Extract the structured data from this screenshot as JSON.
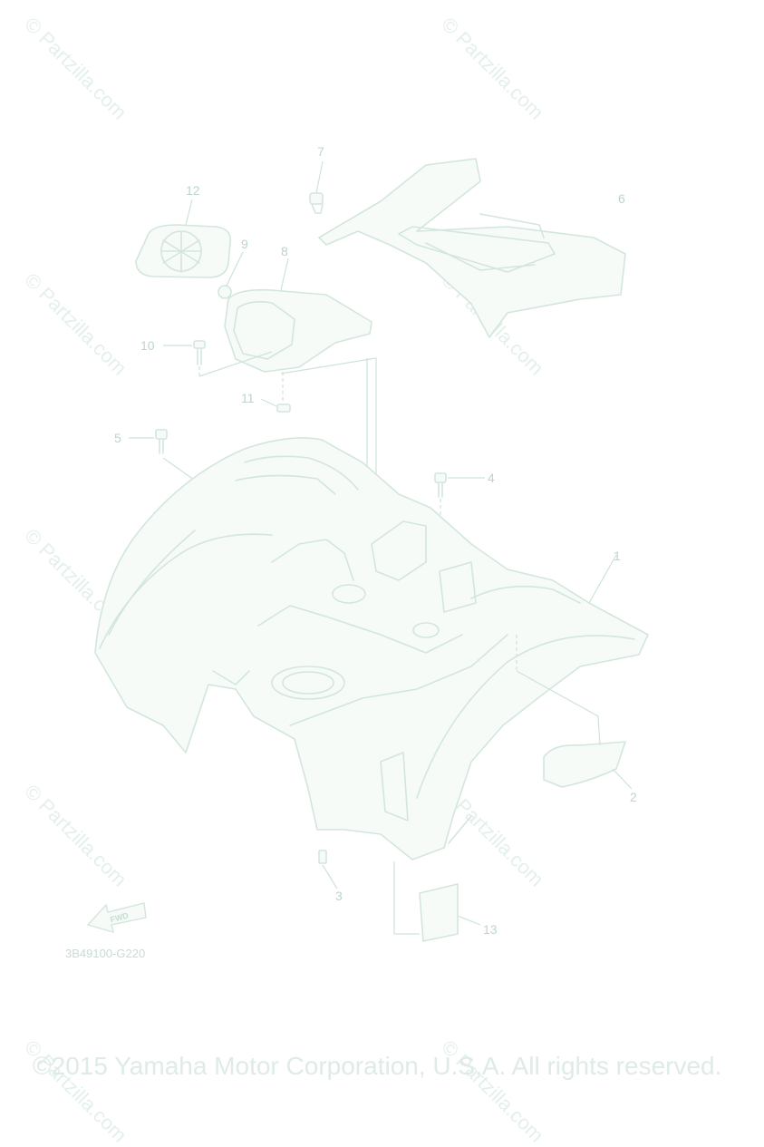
{
  "watermark": "© Partzilla.com",
  "diagram_code": "3B49100-G220",
  "copyright": "©2015 Yamaha Motor Corporation, U.S.A. All rights reserved.",
  "fwd_label": "FWD",
  "callouts": [
    "1",
    "2",
    "3",
    "4",
    "5",
    "6",
    "7",
    "8",
    "9",
    "10",
    "11",
    "12",
    "13"
  ],
  "colors": {
    "line": "#d3e6dd",
    "text": "#bcd6ca",
    "watermark": "#e4f0ea"
  }
}
